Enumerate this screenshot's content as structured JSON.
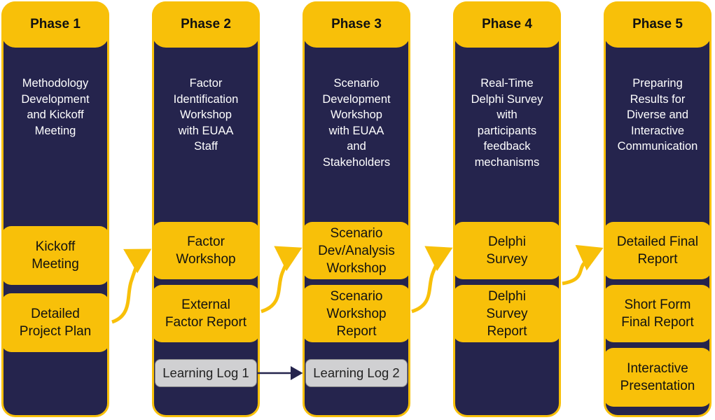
{
  "phases": [
    {
      "title": "Phase 1",
      "description": "Methodology\nDevelopment\nand Kickoff\nMeeting",
      "deliverables": [
        "Kickoff\nMeeting",
        "Detailed\nProject Plan"
      ]
    },
    {
      "title": "Phase 2",
      "description": "Factor\nIdentification\nWorkshop\nwith EUAA\nStaff",
      "deliverables": [
        "Factor\nWorkshop",
        "External\nFactor Report"
      ],
      "log": "Learning Log 1"
    },
    {
      "title": "Phase 3",
      "description": "Scenario\nDevelopment\nWorkshop\nwith EUAA\nand\nStakeholders",
      "deliverables": [
        "Scenario\nDev/Analysis\nWorkshop",
        "Scenario\nWorkshop\nReport"
      ],
      "log": "Learning Log 2"
    },
    {
      "title": "Phase 4",
      "description": "Real-Time\nDelphi Survey\nwith\nparticipants\nfeedback\nmechanisms",
      "deliverables": [
        "Delphi\nSurvey",
        "Delphi\nSurvey\nReport"
      ]
    },
    {
      "title": "Phase 5",
      "description": "Preparing\nResults for\nDiverse and\nInteractive\nCommunication",
      "deliverables": [
        "Detailed Final\nReport",
        "Short Form\nFinal Report",
        "Interactive\nPresentation"
      ]
    }
  ],
  "colors": {
    "column_bg": "#25244d",
    "accent": "#f8c009",
    "log_bg": "#d0d0d2",
    "arrow": "#25244d"
  }
}
